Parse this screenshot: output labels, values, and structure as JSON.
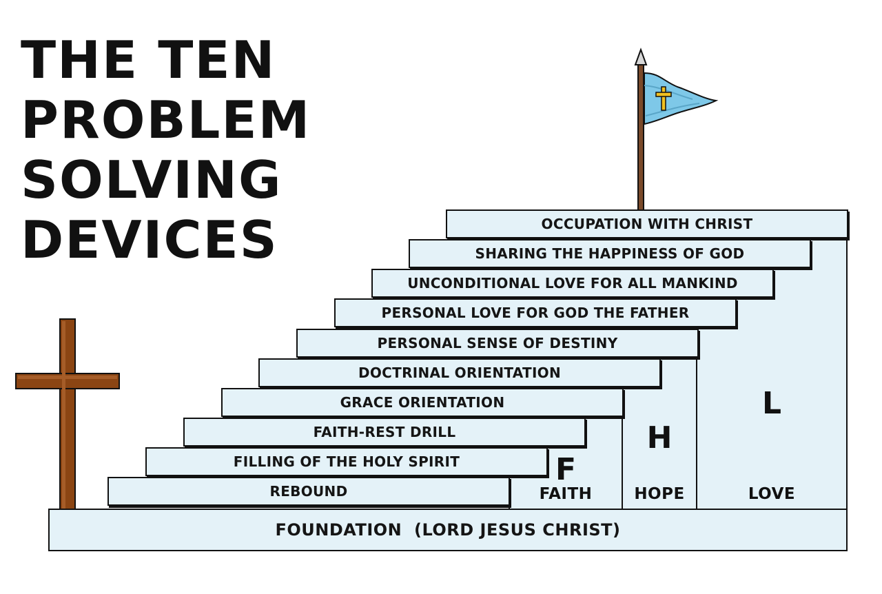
{
  "title": {
    "line1": "THE TEN",
    "line2": "PROBLEM",
    "line3": "SOLVING",
    "line4": "DEVICES"
  },
  "steps": [
    "REBOUND",
    "FILLING OF THE HOLY SPIRIT",
    "FAITH-REST DRILL",
    "GRACE ORIENTATION",
    "DOCTRINAL ORIENTATION",
    "PERSONAL SENSE OF DESTINY",
    "PERSONAL LOVE FOR GOD THE FATHER",
    "UNCONDITIONAL LOVE FOR ALL MANKIND",
    "SHARING THE HAPPINESS OF GOD",
    "OCCUPATION WITH CHRIST"
  ],
  "columns": {
    "faith": {
      "letter": "F",
      "word": "FAITH"
    },
    "hope": {
      "letter": "H",
      "word": "HOPE"
    },
    "love": {
      "letter": "L",
      "word": "LOVE"
    }
  },
  "foundation": "FOUNDATION  (LORD JESUS CHRIST)",
  "icons": {
    "cross": "cross-icon",
    "flag": "flag-icon"
  },
  "colors": {
    "step_fill": "#e4f2f8",
    "outline": "#111111",
    "cross_wood": "#8b4513",
    "flag_fill": "#7ec8e8",
    "flag_cross": "#f0c020",
    "pole": "#7a4a2a"
  }
}
